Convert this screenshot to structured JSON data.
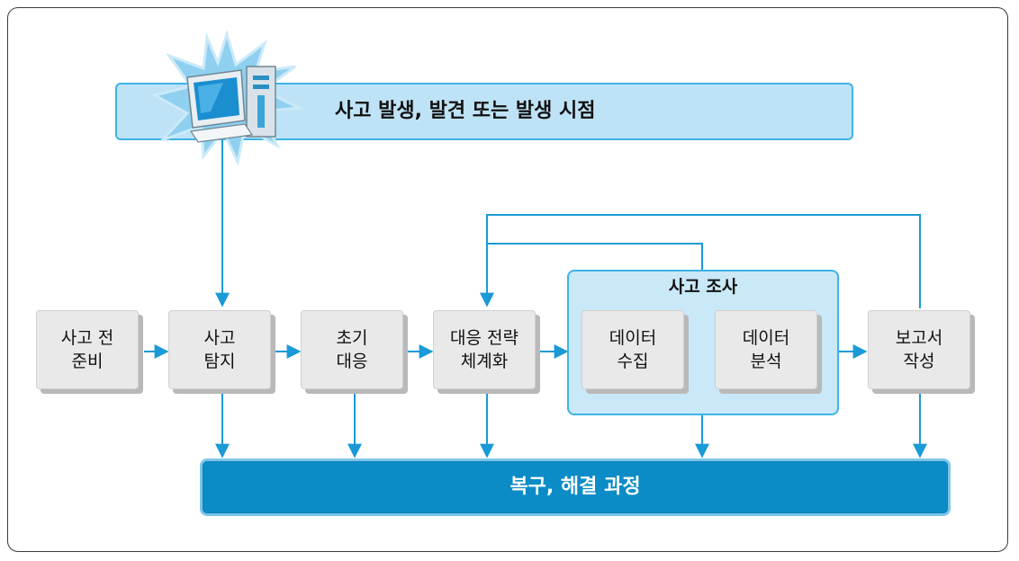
{
  "banner": {
    "label": "사고 발생, 발견 또는 발생 시점"
  },
  "steps": [
    {
      "line1": "사고 전",
      "line2": "준비"
    },
    {
      "line1": "사고",
      "line2": "탐지"
    },
    {
      "line1": "초기",
      "line2": "대응"
    },
    {
      "line1": "대응 전략",
      "line2": "체계화"
    },
    {
      "line1": "데이터",
      "line2": "수집"
    },
    {
      "line1": "데이터",
      "line2": "분석"
    },
    {
      "line1": "보고서",
      "line2": "작성"
    }
  ],
  "group": {
    "title": "사고 조사"
  },
  "bottom": {
    "label": "복구, 해결 과정"
  },
  "icon": {
    "name": "computer-burst-icon"
  },
  "colors": {
    "accent": "#3fb3e6",
    "banner_fill": "#bfe3f6",
    "bottom_fill": "#0b8cc6",
    "group_fill": "#c9e8f8",
    "box_fill": "#e9e9e9"
  }
}
